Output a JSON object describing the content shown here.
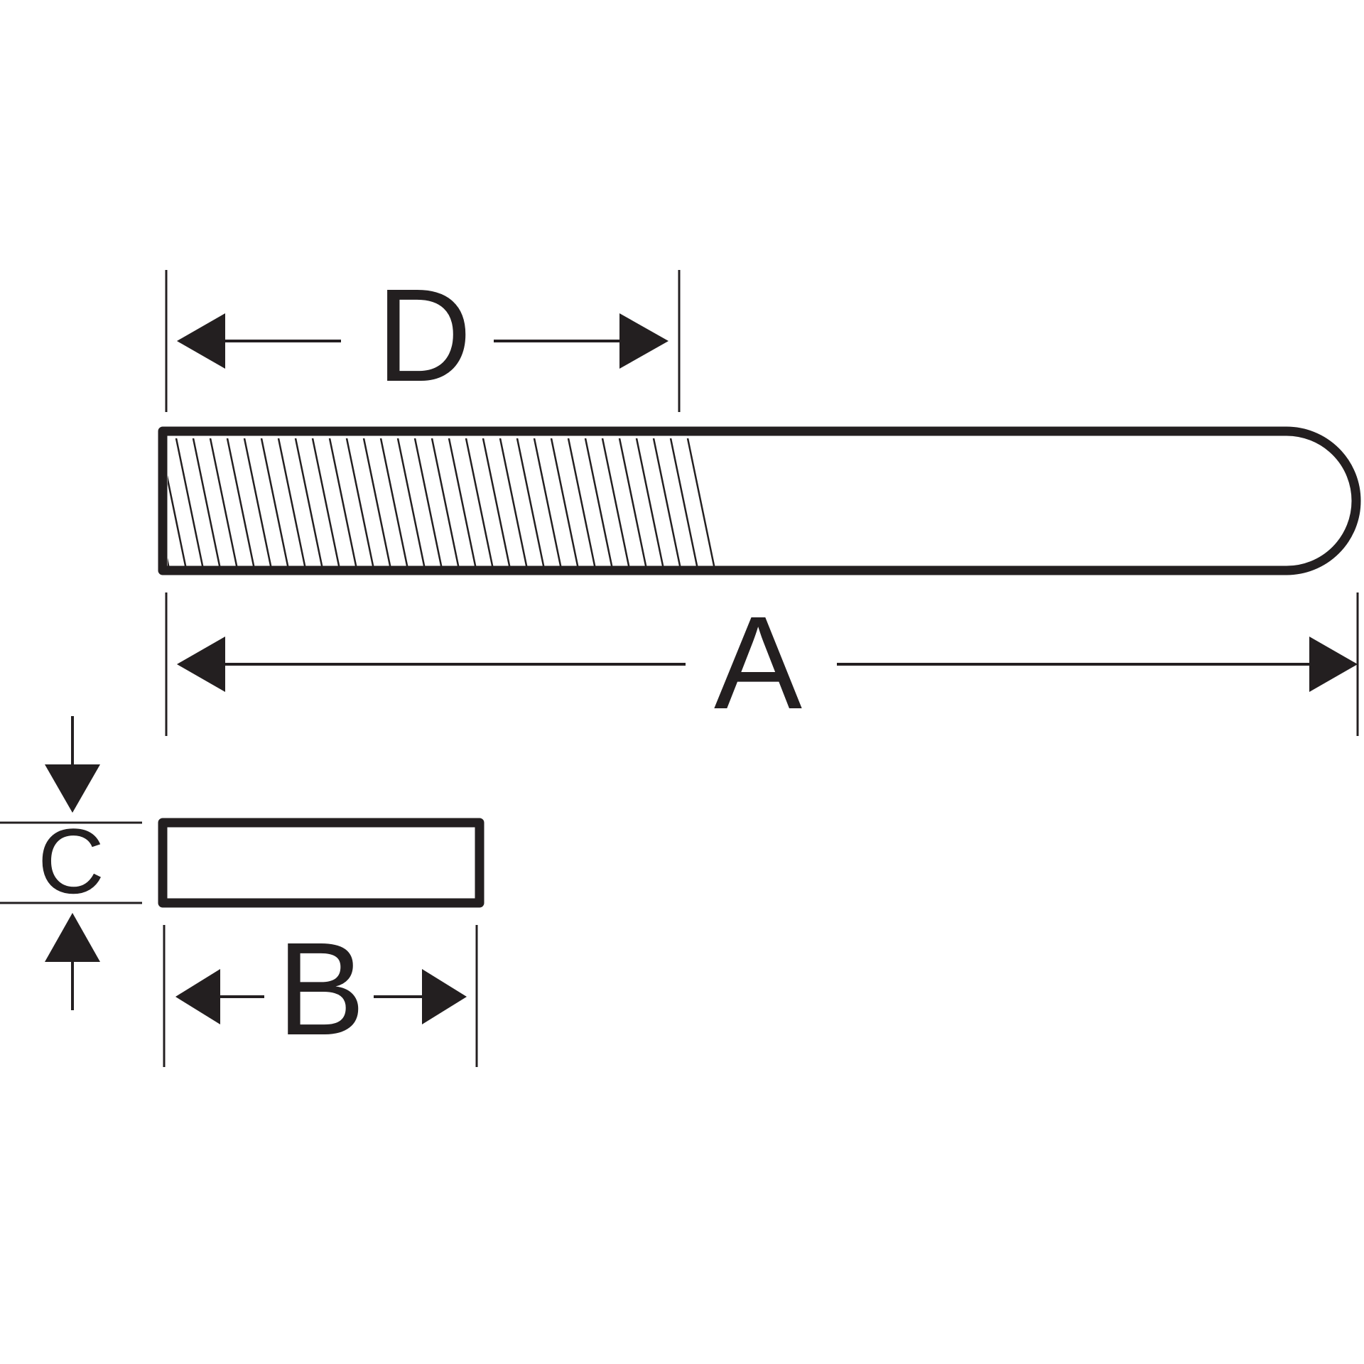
{
  "colors": {
    "ink": "#231f20",
    "background": "#ffffff"
  },
  "dimensions": {
    "length_label": "A",
    "width_label": "B",
    "thickness_label": "C",
    "cut_length_label": "D"
  }
}
